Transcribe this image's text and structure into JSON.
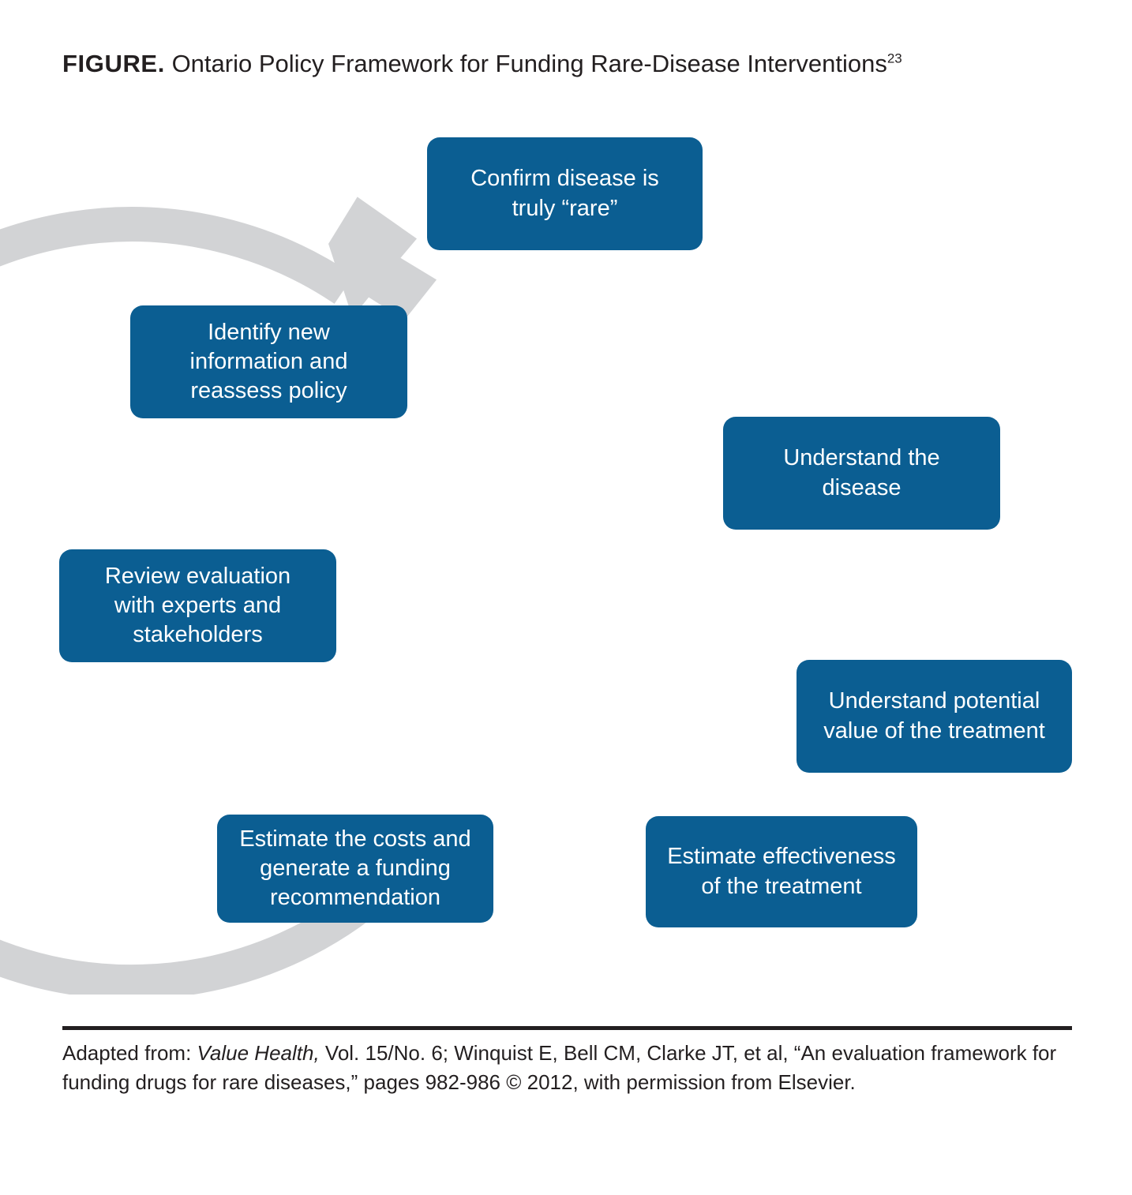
{
  "figure": {
    "label": "FIGURE.",
    "title": "Ontario Policy Framework for Funding Rare-Disease Interventions",
    "reference_superscript": "23"
  },
  "colors": {
    "box_fill": "#0b5e92",
    "box_text": "#ffffff",
    "ring": "#d2d3d5",
    "text": "#231f20",
    "background": "#ffffff"
  },
  "diagram": {
    "type": "cyclical-process",
    "direction": "clockwise",
    "step_count": 7,
    "steps": [
      {
        "order": 1,
        "label": "Confirm disease is\ntruly “rare”"
      },
      {
        "order": 2,
        "label": "Understand the\ndisease"
      },
      {
        "order": 3,
        "label": "Understand potential\nvalue of the treatment"
      },
      {
        "order": 4,
        "label": "Estimate effectiveness\nof the treatment"
      },
      {
        "order": 5,
        "label": "Estimate the costs and\ngenerate a funding\nrecommendation"
      },
      {
        "order": 6,
        "label": "Review evaluation\nwith experts and\nstakeholders"
      },
      {
        "order": 7,
        "label": "Identify new\ninformation and\nreassess policy"
      }
    ],
    "arrow": {
      "name": "cycle-arrowhead",
      "points_to_step": 1,
      "description": "Large gray arrowhead closing the loop, pointing up-right toward step 1"
    }
  },
  "footer": {
    "prefix": "Adapted from: ",
    "source_italic": "Value Health,",
    "citation": " Vol. 15/No. 6; Winquist E, Bell CM, Clarke JT, et al, “An evaluation framework for funding drugs for rare diseases,” pages 982-986 © 2012, with permission from Elsevier."
  }
}
